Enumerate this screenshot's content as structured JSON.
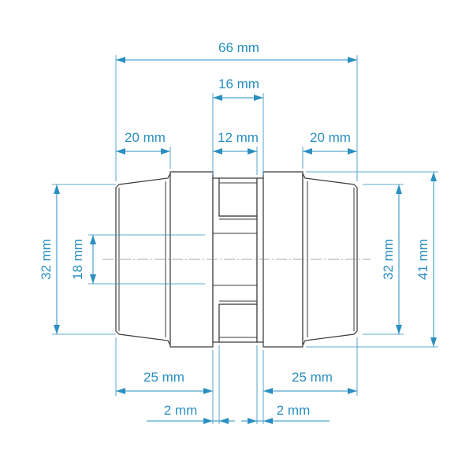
{
  "dimensions": {
    "overall_length": "66 mm",
    "jaw_width": "16 mm",
    "spider_width": "12 mm",
    "left_hub_neck": "20 mm",
    "right_hub_neck": "20 mm",
    "left_hub_length": "25 mm",
    "right_hub_length": "25 mm",
    "left_gap": "2 mm",
    "right_gap": "2 mm",
    "left_neck_diameter": "32 mm",
    "bore_diameter": "18 mm",
    "right_neck_diameter": "32 mm",
    "outer_diameter": "41 mm"
  },
  "colors": {
    "dimension": "#2a8fc0",
    "outline": "#3a3a3a"
  }
}
